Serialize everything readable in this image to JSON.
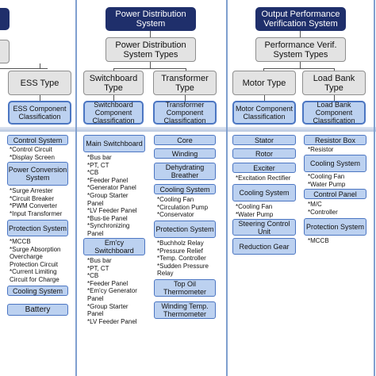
{
  "headers": {
    "power": "Power Distribution System",
    "output": "Output Performance Verification System"
  },
  "types": {
    "power": "Power Distribution System Types",
    "output": "Performance Verif. System Types",
    "ess": "ESS Type",
    "switchboard": "Switchboard Type",
    "transformer": "Transformer Type",
    "motor": "Motor Type",
    "loadbank": "Load Bank Type"
  },
  "classification": {
    "ess": "ESS Component Classification",
    "switchboard": "Switchboard Component Classification",
    "transformer": "Transformer Component Classification",
    "motor": "Motor Component Classification",
    "loadbank": "Load Bank Component Classification"
  },
  "ess": {
    "control_system": "Control System",
    "control_items": [
      "*Control Circuit",
      "*Display Screen"
    ],
    "power_conversion": "Power Conversion System",
    "power_conversion_items": [
      "*Surge Arrester",
      "*Circuit Breaker",
      "*PWM Converter",
      "*Input Transformer"
    ],
    "protection": "Protection System",
    "protection_items": [
      "*MCCB",
      "*Surge Absorption",
      " Overcharge",
      " Protection Circuit",
      "*Current Limiting",
      " Circuit for Charge"
    ],
    "cooling": "Cooling System",
    "battery": "Battery"
  },
  "switchboard": {
    "main": "Main Switchboard",
    "main_items": [
      "*Bus bar",
      "*PT, CT",
      "*CB",
      "*Feeder Panel",
      "*Generator Panel",
      "*Group Starter",
      " Panel",
      "*LV Feeder Panel",
      "*Bus-tie Panel",
      "*Synchronizing",
      " Panel"
    ],
    "emcy": "Em'cy Switchboard",
    "emcy_items": [
      "*Bus bar",
      "*PT, CT",
      "*CB",
      "*Feeder Panel",
      "*Em'cy Generator",
      " Panel",
      "*Group Starter",
      " Panel",
      "*LV Feeder Panel"
    ]
  },
  "transformer": {
    "core": "Core",
    "winding": "Winding",
    "dehydrating": "Dehydrating Breather",
    "cooling": "Cooling System",
    "cooling_items": [
      "*Cooling Fan",
      "*Circulation Pump",
      "*Conservator"
    ],
    "protection": "Protection System",
    "protection_items": [
      "*Buchholz Relay",
      "*Pressure Relief",
      "*Temp. Controller",
      "*Sudden Pressure",
      " Relay"
    ],
    "top_oil": "Top Oil Thermometer",
    "winding_temp": "Winding Temp. Thermometer"
  },
  "motor": {
    "stator": "Stator",
    "rotor": "Rotor",
    "exciter": "Exciter",
    "exciter_items": [
      "*Excitation Rectifier"
    ],
    "cooling": "Cooling System",
    "cooling_items": [
      "*Cooling Fan",
      "*Water Pump"
    ],
    "steering": "Steering Control Unit",
    "reduction": "Reduction Gear"
  },
  "loadbank": {
    "resistor": "Resistor Box",
    "resistor_items": [
      "*Resistor"
    ],
    "cooling": "Cooling System",
    "cooling_items": [
      "*Cooling Fan",
      "*Water Pump"
    ],
    "control_panel": "Control Panel",
    "control_items": [
      "*M/C",
      "*Controller"
    ],
    "protection": "Protection System",
    "protection_items": [
      "*MCCB"
    ]
  }
}
